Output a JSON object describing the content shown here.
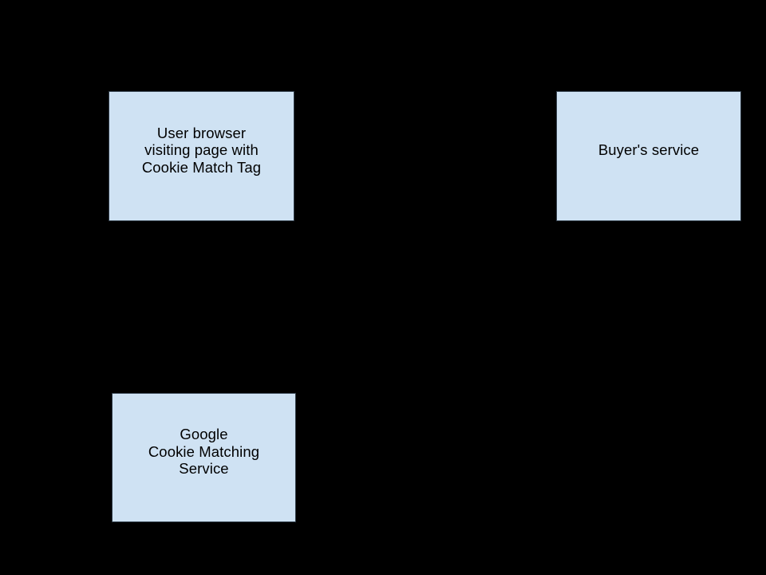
{
  "diagram": {
    "description": "Cookie matching flow diagram on black background",
    "colors": {
      "background": "#000000",
      "node_fill": "#cfe2f3",
      "node_border": "#2e3a46",
      "node_text": "#000000"
    },
    "nodes": [
      {
        "id": "user-browser",
        "label": "User browser\nvisiting page with\nCookie Match Tag"
      },
      {
        "id": "buyers-service",
        "label": "Buyer's service"
      },
      {
        "id": "google-cookie-matching-service",
        "label": "Google\nCookie Matching\nService"
      }
    ]
  }
}
